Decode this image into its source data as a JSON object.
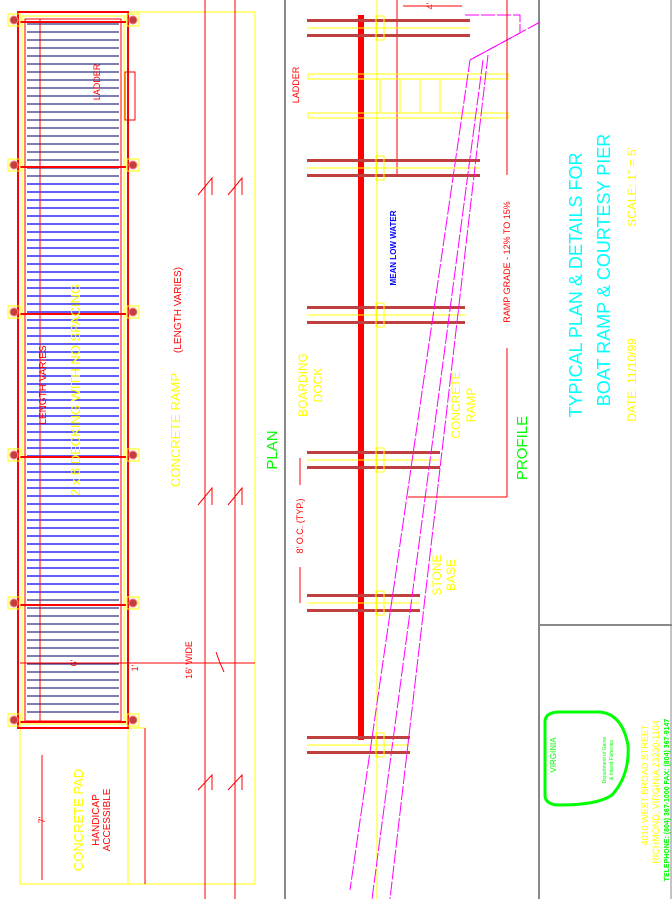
{
  "plan": {
    "decking_label": "2 x 6 DECKING WITH NO SPACING",
    "length_varies": "LENGTH VARIES",
    "ladder_label": "LADDER",
    "concrete_ramp": "CONCRETE RAMP",
    "ramp_length_varies": "(LENGTH VARIES)",
    "width_6": "6'",
    "width_1": "1'",
    "width_16": "16' WIDE",
    "pad_7": "7'",
    "concrete_pad": "CONCRETE PAD",
    "handicap": "HANDICAP",
    "accessible": "ACCESSIBLE",
    "view_title": "PLAN"
  },
  "profile": {
    "dim_4": "4'",
    "ladder_label": "LADDER",
    "mean_low_water": "MEAN LOW WATER",
    "ramp_grade": "RAMP GRADE - 12% TO 15%",
    "boarding": "BOARDING",
    "dock": "DOCK",
    "concrete": "CONCRETE",
    "ramp": "RAMP",
    "spacing": "8' O.C. (TYP.)",
    "stone": "STONE",
    "base": "BASE",
    "view_title": "PROFILE"
  },
  "title_block": {
    "line1": "TYPICAL PLAN & DETAILS FOR",
    "line2": "BOAT RAMP & COURTESY PIER",
    "date": "DATE: 11/10/99",
    "scale": "SCALE: 1\" = 5'",
    "logo_state": "VIRGINIA",
    "logo_dept1": "Department of Game",
    "logo_dept2": "& Inland Fisheries",
    "address1": "4010 WEST BROAD STREET",
    "address2": "RICHMOND, VIRGINIA 23230-1104",
    "phone": "TELEPHONE: (804) 367-1000   FAX: (804) 367-9147"
  },
  "colors": {
    "red": "#ff0000",
    "yellow": "#ffff00",
    "blue": "#0000ff",
    "cyan": "#00ffff",
    "green": "#00ff00",
    "magenta": "#ff00ff",
    "brown": "#c04040"
  }
}
